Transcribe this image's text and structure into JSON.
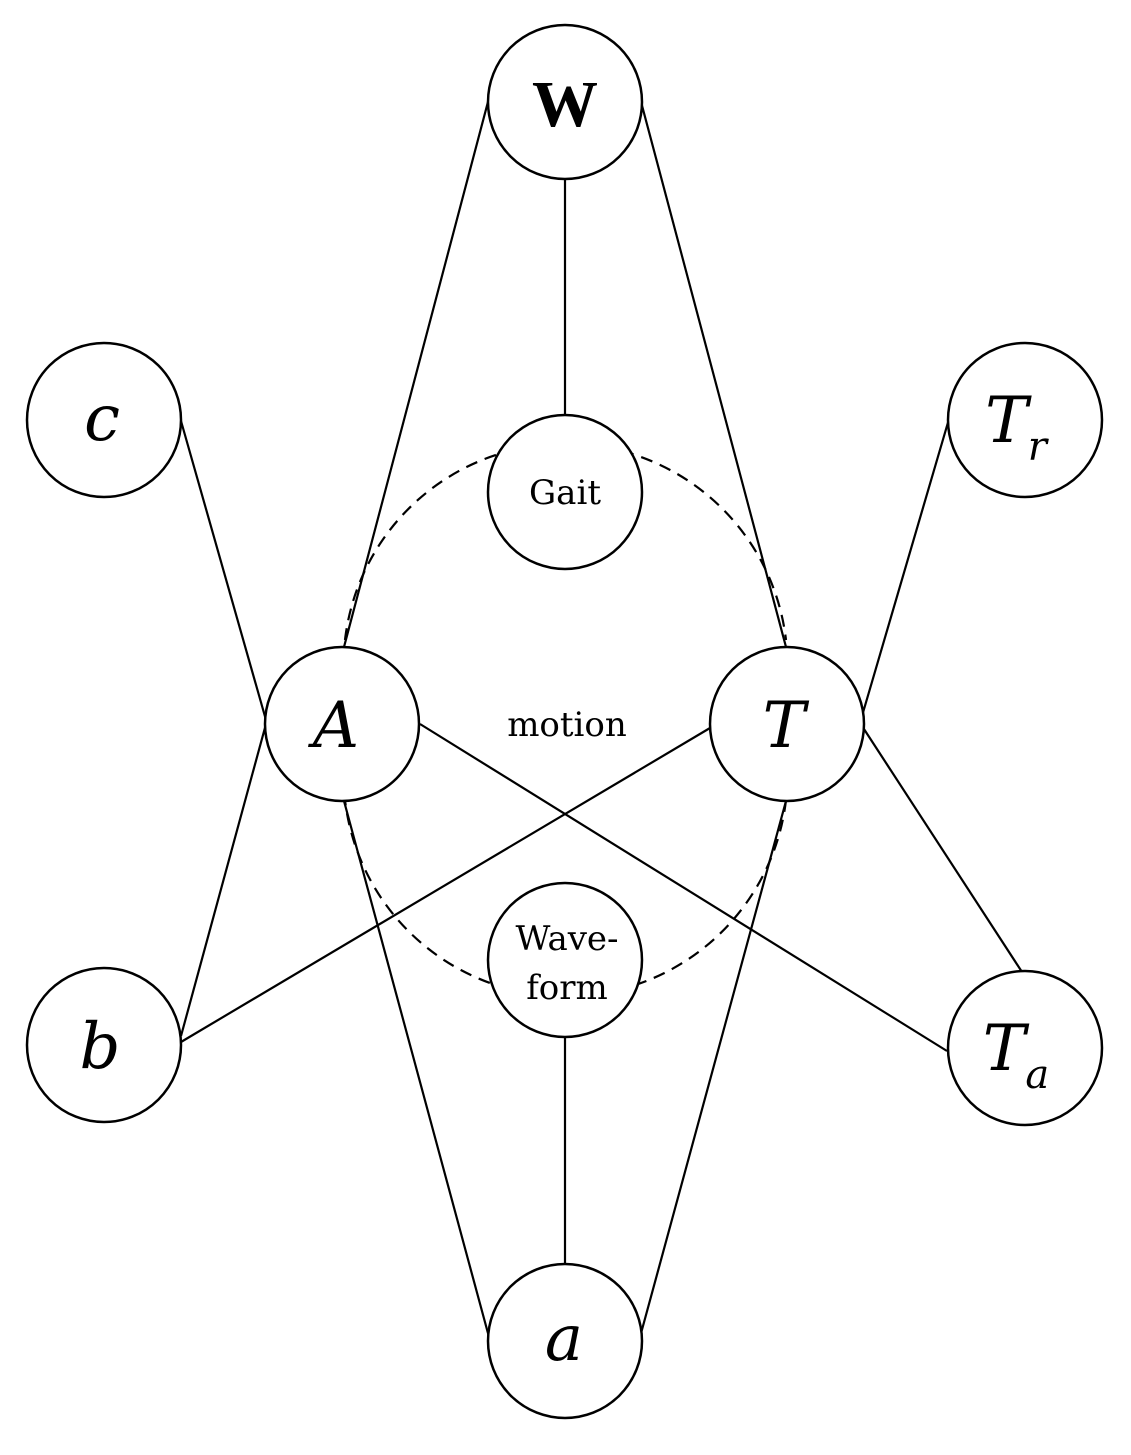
{
  "nodes": {
    "W": "W",
    "gait": "Gait",
    "c": "c",
    "tr": {
      "base": "T",
      "sub": "r"
    },
    "A": "A",
    "T": "T",
    "waveform": {
      "line1": "Wave-",
      "line2": "form"
    },
    "b": "b",
    "ta": {
      "base": "T",
      "sub": "a"
    },
    "a": "a"
  },
  "center_label": "motion"
}
